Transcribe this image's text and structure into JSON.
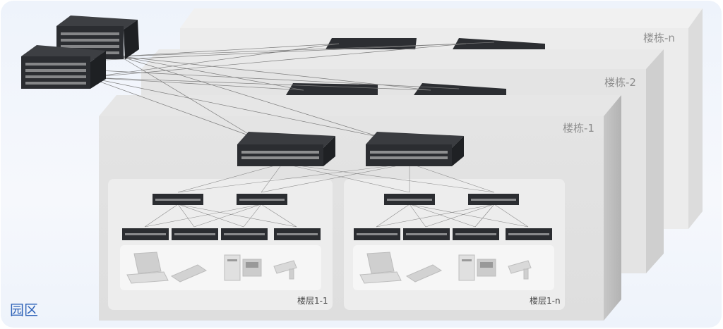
{
  "campus": {
    "label": "园区"
  },
  "buildings": [
    {
      "label": "楼栋-n"
    },
    {
      "label": "楼栋-2"
    },
    {
      "label": "楼栋-1"
    }
  ],
  "floors": [
    {
      "label": "楼层1-1"
    },
    {
      "label": "楼层1-n"
    }
  ],
  "colors": {
    "switch_body": "#2b2d31",
    "switch_top": "#3a3c40",
    "building_front": "#e2e2e2",
    "building_side": "#bdbdbd",
    "campus_label": "#2f63b8"
  },
  "icons": [
    "core-switch-icon",
    "aggregation-switch-icon",
    "access-switch-icon",
    "laptop-icon",
    "tablet-icon",
    "server-icon",
    "terminal-icon",
    "camera-icon"
  ]
}
